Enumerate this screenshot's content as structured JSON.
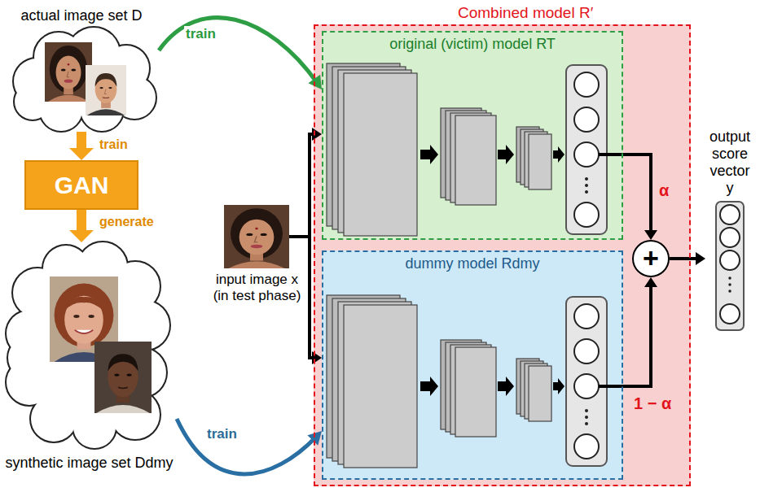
{
  "diagram": {
    "nodes": [
      {
        "text": [
          "actual image set D"
        ]
      },
      {
        "text": [
          "GAN"
        ]
      },
      {
        "text": [
          "synthetic image set Ddmy"
        ]
      },
      {
        "text": [
          "input image x (in test phase)"
        ]
      },
      {
        "text": [
          "Combined model R′"
        ]
      },
      {
        "text": [
          "original (victim) model RT"
        ],
        "in": 4
      },
      {
        "text": [
          "dummy model Rdmy"
        ],
        "in": 4
      },
      {
        "text": [
          "+"
        ],
        "in": 4
      },
      {
        "text": [
          "output score vector y"
        ]
      }
    ],
    "edges": [
      {
        "from": 0,
        "to": 5,
        "label": "train",
        "arrow": "to"
      },
      {
        "from": 0,
        "to": 1,
        "label": "train",
        "arrow": "to"
      },
      {
        "from": 1,
        "to": 2,
        "label": "generate",
        "arrow": "to"
      },
      {
        "from": 2,
        "to": 6,
        "label": "train",
        "arrow": "to"
      },
      {
        "from": 3,
        "to": 5,
        "arrow": "to"
      },
      {
        "from": 3,
        "to": 6,
        "arrow": "to"
      },
      {
        "from": 5,
        "to": 7,
        "label": "α",
        "arrow": "to"
      },
      {
        "from": 6,
        "to": 7,
        "label": "1 − α",
        "arrow": "to"
      },
      {
        "from": 7,
        "to": 8,
        "arrow": "to"
      }
    ]
  }
}
